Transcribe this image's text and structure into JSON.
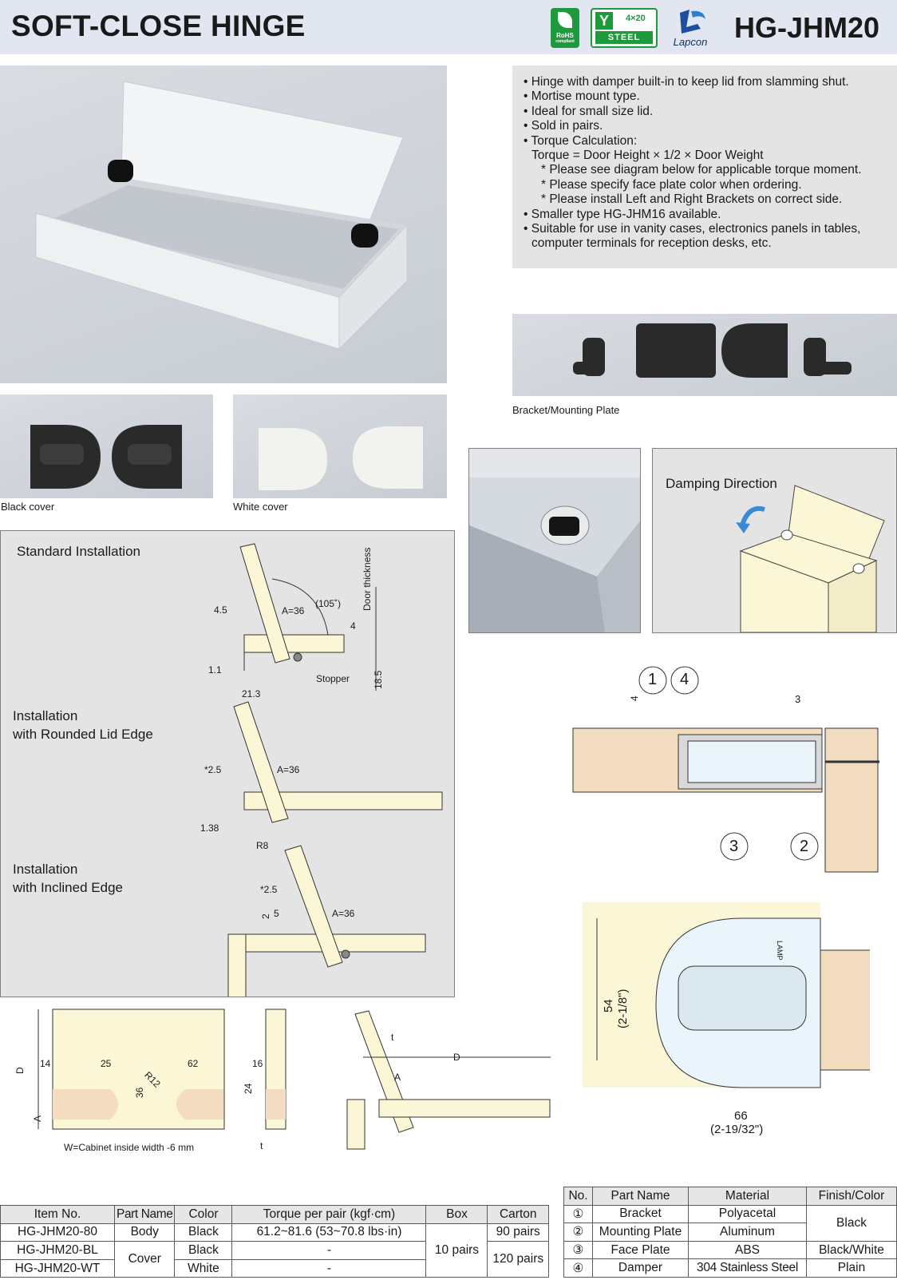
{
  "header": {
    "title": "SOFT-CLOSE HINGE",
    "model": "HG-JHM20",
    "rohs_label": "RoHS",
    "rohs_sub": "compliant",
    "steel_dim": "4×20",
    "steel_label": "STEEL",
    "brand": "Lapcon"
  },
  "features": [
    "• Hinge with damper built-in to keep lid from slamming shut.",
    "• Mortise mount type.",
    "• Ideal for small size lid.",
    "• Sold in pairs.",
    "• Torque Calculation:",
    "Torque = Door Height × 1/2 × Door Weight",
    "* Please see diagram below for applicable torque moment.",
    "* Please specify face plate color when ordering.",
    "* Please install Left and Right Brackets on correct side.",
    "• Smaller type HG-JHM16 available.",
    "• Suitable for use in vanity cases, electronics panels in tables, computer terminals for reception desks, etc."
  ],
  "captions": {
    "black_cover": "Black cover",
    "white_cover": "White cover",
    "bracket": "Bracket/Mounting Plate",
    "damping": "Damping Direction"
  },
  "install": {
    "standard": "Standard Installation",
    "rounded": "Installation\nwith Rounded Lid Edge",
    "inclined": "Installation\nwith Inclined Edge",
    "std_labels": {
      "d45": "4.5",
      "a36": "A=36",
      "angle": "(105˚)",
      "door": "Door thickness",
      "four": "4",
      "d11": "1.1",
      "stopper": "Stopper",
      "d213": "21.3",
      "d185": "18.5"
    },
    "rnd_labels": {
      "d25": "*2.5",
      "a36": "A=36",
      "d138": "1.38",
      "r8": "R8"
    },
    "inc_labels": {
      "d25": "*2.5",
      "five": "5",
      "a36": "A=36",
      "two": "2"
    }
  },
  "drawing": {
    "d14": "14",
    "d25": "25",
    "d62": "62",
    "r12": "R12",
    "d36": "36",
    "d24": "24",
    "D": "D",
    "A": "A",
    "width": "W=Cabinet inside width -6 mm",
    "d16": "16",
    "t": "t"
  },
  "section": {
    "n1": "1",
    "n2": "2",
    "n3": "3",
    "n4": "4",
    "d4": "4",
    "d3": "3",
    "d54": "54",
    "d54in": "(2-1/8\")",
    "d66": "66",
    "d66in": "(2-19/32\")",
    "mark": "LAMP"
  },
  "items_table": {
    "headers": [
      "Item No.",
      "Part Name",
      "Color",
      "Torque per pair (kgf·cm)",
      "Box",
      "Carton"
    ],
    "rows": [
      [
        "HG-JHM20-80",
        "Body",
        "Black",
        "61.2~81.6 (53~70.8 lbs·in)",
        "",
        "90 pairs"
      ],
      [
        "HG-JHM20-BL",
        "Cover",
        "Black",
        "-",
        "10 pairs",
        "120 pairs"
      ],
      [
        "HG-JHM20-WT",
        "",
        "White",
        "-",
        "",
        ""
      ]
    ]
  },
  "parts_table": {
    "headers": [
      "No.",
      "Part Name",
      "Material",
      "Finish/Color"
    ],
    "rows": [
      [
        "①",
        "Bracket",
        "Polyacetal",
        "Black"
      ],
      [
        "②",
        "Mounting Plate",
        "Aluminum",
        ""
      ],
      [
        "③",
        "Face Plate",
        "ABS",
        "Black/White"
      ],
      [
        "④",
        "Damper",
        "304 Stainless Steel",
        "Plain"
      ]
    ]
  }
}
